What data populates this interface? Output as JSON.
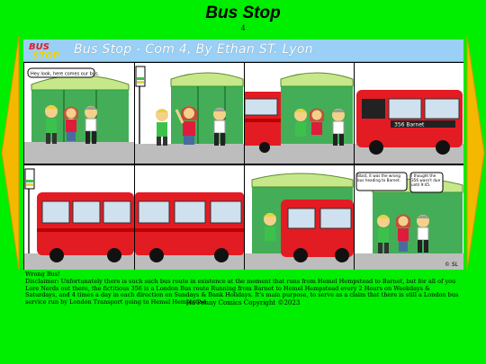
{
  "page": {
    "title": "Bus Stop",
    "page_number": "4"
  },
  "comic": {
    "banner_title": "Bus Stop - Com 4, By Ethan ST. Lyon",
    "logo_text": "BUS STOP",
    "speech": {
      "panel1": "Hey look, here comes our bus.",
      "panel8_left": "Blast, it was the wrong bus heading to Barnet.",
      "panel8_right": "I thought the 356 wasn't due until 9:45."
    },
    "bus_destination": "356 Barnet",
    "signature": "© SL",
    "colors": {
      "background": "#00ee00",
      "banner": "#9ad0f5",
      "bus": "#e31b23",
      "shelter_glass": "#22a03a",
      "nav_arrow": "#f5b800"
    }
  },
  "caption": {
    "line1": "Wrong Bus!",
    "line2": "Disclaimer: Unfortunately there is such such bus route in existence at the moment that runs from Hemel Hempstead to Barnet, but for all of you Lore Nerds out there, the fictitious 356 is a London Bus route Running from Barnet to Hemel Hempstead every 2 Hours on Weekdays & Saturdays, and 4 times a day in each direction on Sundays & Bank Holidays. It's main purpose, to serve as a claim that there is still a London bus service run by London Transport going to Hemel Hempstead.",
    "copyright": "Ha'Penny Comics Copyright ©2023"
  }
}
